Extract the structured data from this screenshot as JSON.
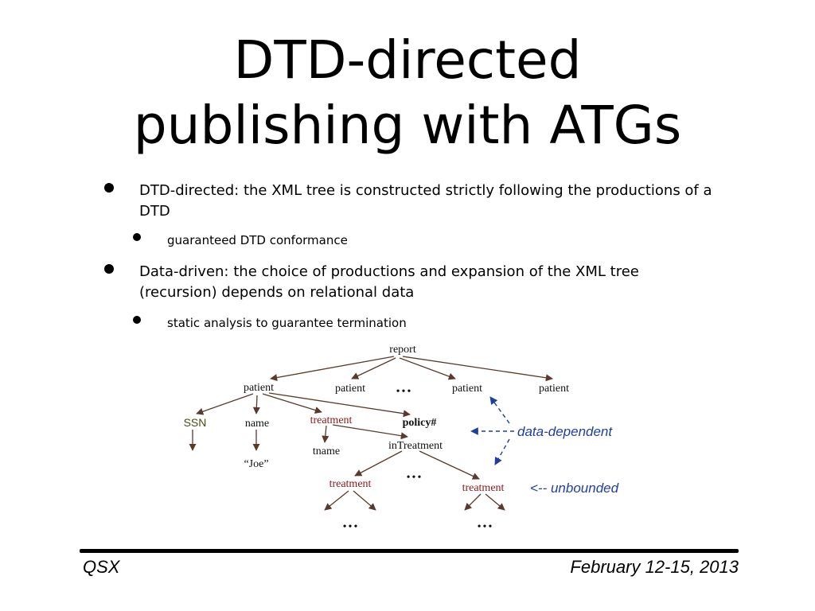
{
  "slide": {
    "title_line1": "DTD-directed",
    "title_line2": "publishing with ATGs",
    "bullets": [
      "DTD-directed: the XML tree is constructed strictly following the productions of a DTD",
      "guaranteed DTD conformance",
      "Data-driven: the choice of productions and expansion of the XML tree (recursion) depends on relational data",
      "static analysis to guarantee termination"
    ]
  },
  "diagram": {
    "nodes": {
      "report": "report",
      "patient1": "patient",
      "patient2": "patient",
      "patient3": "patient",
      "patient4": "patient",
      "ellipsis_top": "•••",
      "ssn": "SSN",
      "name": "name",
      "treatment1": "treatment",
      "policy": "policy#",
      "joe": "“Joe”",
      "tname": "tname",
      "intreatment": "inTreatment",
      "treatment2": "treatment",
      "treatment3": "treatment",
      "ellipsis_mid": "•••",
      "ellipsis_left": "•••",
      "ellipsis_right": "•••"
    },
    "annotations": {
      "data_dependent": "data-dependent",
      "unbounded": "<-- unbounded"
    },
    "colors": {
      "edge": "#5a3a2a",
      "treatment": "#8b1a1a",
      "ssn": "#4a4a10",
      "annotation": "#1e3fa0",
      "text": "#111111"
    }
  },
  "footer": {
    "left": "QSX",
    "right": "February 12-15, 2013"
  }
}
